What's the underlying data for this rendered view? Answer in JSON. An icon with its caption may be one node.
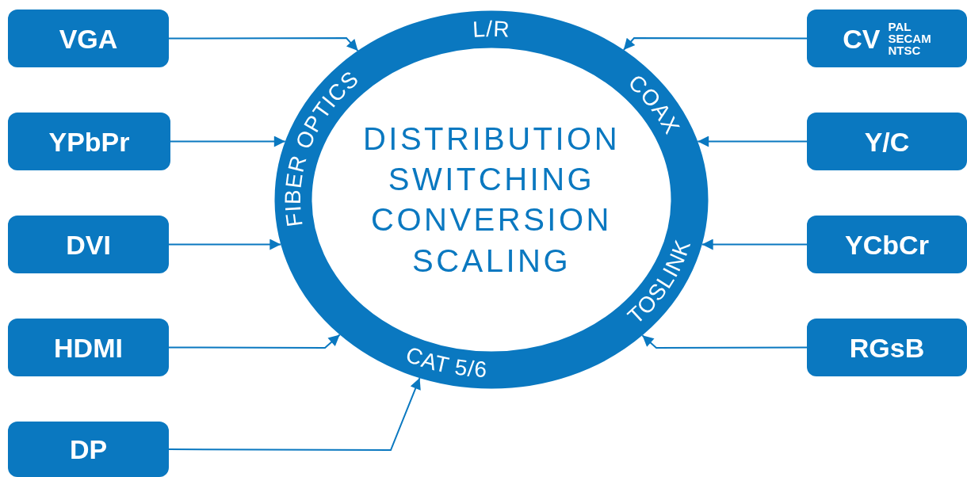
{
  "diagram": {
    "nodes": [
      {
        "text": [
          "DISTRIBUTION SWITCHING CONVERSION SCALING",
          "FIBER OPTICS",
          "L/R",
          "COAX",
          "TOSLINK",
          "CAT 5/6"
        ]
      },
      {
        "text": [
          "VGA"
        ]
      },
      {
        "text": [
          "YPbPr"
        ]
      },
      {
        "text": [
          "DVI"
        ]
      },
      {
        "text": [
          "HDMI"
        ]
      },
      {
        "text": [
          "DP"
        ]
      },
      {
        "text": [
          "CV",
          "PAL SECAM NTSC"
        ]
      },
      {
        "text": [
          "Y/C"
        ]
      },
      {
        "text": [
          "YCbCr"
        ]
      },
      {
        "text": [
          "RGsB"
        ]
      }
    ],
    "edges": [
      {
        "from": 1,
        "to": 0,
        "arrow": "to"
      },
      {
        "from": 2,
        "to": 0,
        "arrow": "to"
      },
      {
        "from": 3,
        "to": 0,
        "arrow": "to"
      },
      {
        "from": 4,
        "to": 0,
        "arrow": "to"
      },
      {
        "from": 5,
        "to": 0,
        "arrow": "to"
      },
      {
        "from": 6,
        "to": 0,
        "arrow": "to"
      },
      {
        "from": 7,
        "to": 0,
        "arrow": "to"
      },
      {
        "from": 8,
        "to": 0,
        "arrow": "to"
      },
      {
        "from": 9,
        "to": 0,
        "arrow": "to"
      }
    ]
  }
}
